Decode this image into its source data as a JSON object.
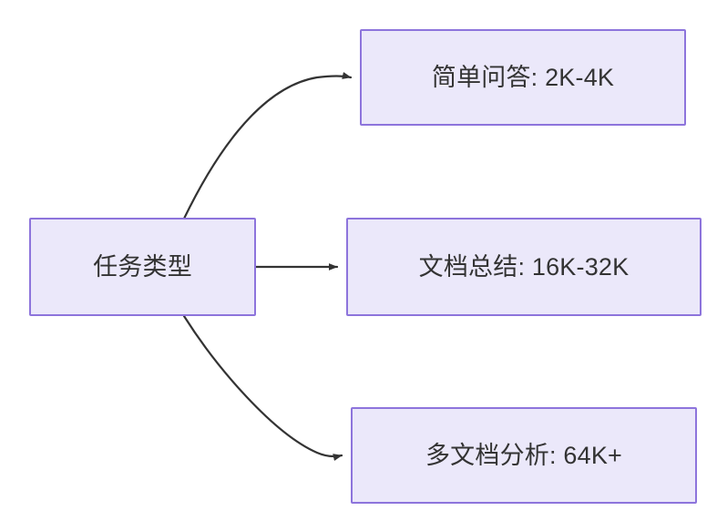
{
  "diagram": {
    "type": "flowchart",
    "direction": "left-to-right",
    "background_color": "#ffffff",
    "node_fill_color": "#ebe8fa",
    "node_border_color": "#8d74dc",
    "text_color": "#333333",
    "edge_color": "#333333",
    "root": {
      "id": "task-type",
      "label": "任务类型"
    },
    "branches": [
      {
        "id": "simple-qa",
        "label": "简单问答: 2K-4K",
        "task": "简单问答",
        "range": "2K-4K",
        "edge_style": "curved-up"
      },
      {
        "id": "doc-summary",
        "label": "文档总结: 16K-32K",
        "task": "文档总结",
        "range": "16K-32K",
        "edge_style": "straight"
      },
      {
        "id": "multi-doc",
        "label": "多文档分析: 64K+",
        "task": "多文档分析",
        "range": "64K+",
        "edge_style": "curved-down"
      }
    ]
  }
}
